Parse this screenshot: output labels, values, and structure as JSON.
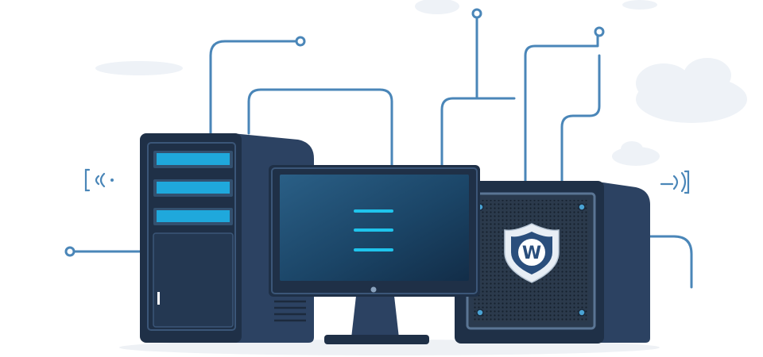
{
  "colors": {
    "background": "#ffffff",
    "cloud": "#e9eef4",
    "circuit_line": "#4a86b8",
    "device_dark": "#1f3047",
    "device_mid": "#2c4262",
    "device_light": "#3b5678",
    "drive_bay_accent": "#1fa8dc",
    "screen": "#183a58",
    "screen_highlight": "#2a5f86",
    "screen_bars": "#1fc4ec",
    "shield_fill": "#e8eef5",
    "shield_inner": "#2a4e7c",
    "mesh": "#2a3a4e"
  },
  "icons": {
    "left_signal": "wireless-signal-left-icon",
    "right_signal": "wireless-signal-right-icon",
    "shield_badge": "shield-icon",
    "power": "power-icon"
  },
  "shield": {
    "letter": "W"
  },
  "monitor": {
    "menu_bar_count": 3
  },
  "server_tower": {
    "drive_bay_count": 3
  }
}
